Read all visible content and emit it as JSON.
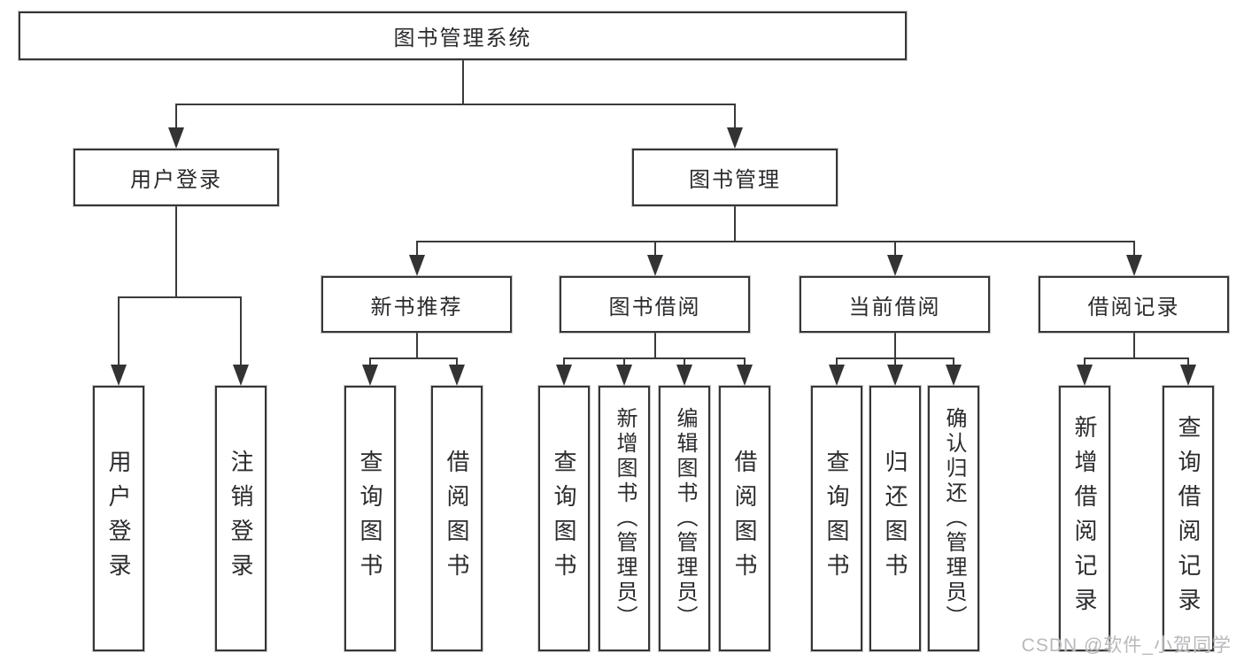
{
  "diagram": {
    "title": "图书管理系统",
    "line_color": "#3a3a3a",
    "background": "#ffffff",
    "nodes": [
      {
        "id": "root",
        "label": "图书管理系统",
        "parent": null,
        "orientation": "horizontal"
      },
      {
        "id": "login",
        "label": "用户登录",
        "parent": "root",
        "orientation": "horizontal"
      },
      {
        "id": "mgmt",
        "label": "图书管理",
        "parent": "root",
        "orientation": "horizontal"
      },
      {
        "id": "new-books",
        "label": "新书推荐",
        "parent": "mgmt",
        "orientation": "horizontal"
      },
      {
        "id": "book-borrow",
        "label": "图书借阅",
        "parent": "mgmt",
        "orientation": "horizontal"
      },
      {
        "id": "current-borrow",
        "label": "当前借阅",
        "parent": "mgmt",
        "orientation": "horizontal"
      },
      {
        "id": "borrow-records",
        "label": "借阅记录",
        "parent": "mgmt",
        "orientation": "horizontal"
      },
      {
        "id": "user-login",
        "label": "用户登录",
        "parent": "login",
        "orientation": "vertical"
      },
      {
        "id": "logout",
        "label": "注销登录",
        "parent": "login",
        "orientation": "vertical"
      },
      {
        "id": "nb-query",
        "label": "查询图书",
        "parent": "new-books",
        "orientation": "vertical"
      },
      {
        "id": "nb-borrow",
        "label": "借阅图书",
        "parent": "new-books",
        "orientation": "vertical"
      },
      {
        "id": "bb-query",
        "label": "查询图书",
        "parent": "book-borrow",
        "orientation": "vertical"
      },
      {
        "id": "bb-add",
        "label": "新增图书（管理员）",
        "parent": "book-borrow",
        "orientation": "vertical"
      },
      {
        "id": "bb-edit",
        "label": "编辑图书（管理员）",
        "parent": "book-borrow",
        "orientation": "vertical"
      },
      {
        "id": "bb-borrow",
        "label": "借阅图书",
        "parent": "book-borrow",
        "orientation": "vertical"
      },
      {
        "id": "cb-query",
        "label": "查询图书",
        "parent": "current-borrow",
        "orientation": "vertical"
      },
      {
        "id": "cb-return",
        "label": "归还图书",
        "parent": "current-borrow",
        "orientation": "vertical"
      },
      {
        "id": "cb-confirm",
        "label": "确认归还（管理员）",
        "parent": "current-borrow",
        "orientation": "vertical"
      },
      {
        "id": "br-add",
        "label": "新增借阅记录",
        "parent": "borrow-records",
        "orientation": "vertical"
      },
      {
        "id": "br-query",
        "label": "查询借阅记录",
        "parent": "borrow-records",
        "orientation": "vertical"
      }
    ]
  },
  "watermark": {
    "text": "CSDN @软件_小贺同学"
  }
}
